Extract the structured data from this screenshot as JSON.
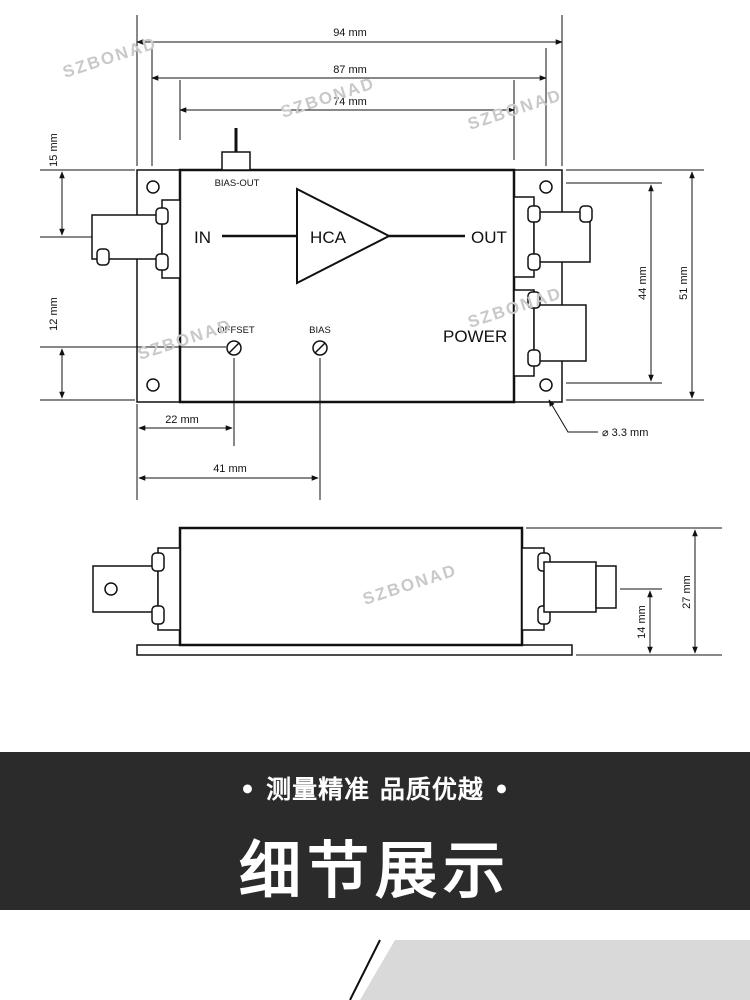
{
  "watermark": "SZBONAD",
  "top_view": {
    "dims": {
      "overall_width": "94 mm",
      "width_87": "87 mm",
      "width_74": "74 mm",
      "height_15": "15 mm",
      "height_12": "12 mm",
      "height_44": "44 mm",
      "height_51": "51 mm",
      "offset_22": "22 mm",
      "offset_41": "41 mm",
      "hole_dia": "⌀ 3.3 mm"
    },
    "labels": {
      "bias_out": "BIAS-OUT",
      "in": "IN",
      "amplifier": "HCA",
      "out": "OUT",
      "power": "POWER",
      "offset": "OFFSET",
      "bias": "BIAS"
    }
  },
  "side_view": {
    "dims": {
      "height_27": "27 mm",
      "height_14": "14 mm"
    }
  },
  "banner": {
    "subtitle": "• 测量精准  品质优越 •",
    "title": "细节展示"
  }
}
